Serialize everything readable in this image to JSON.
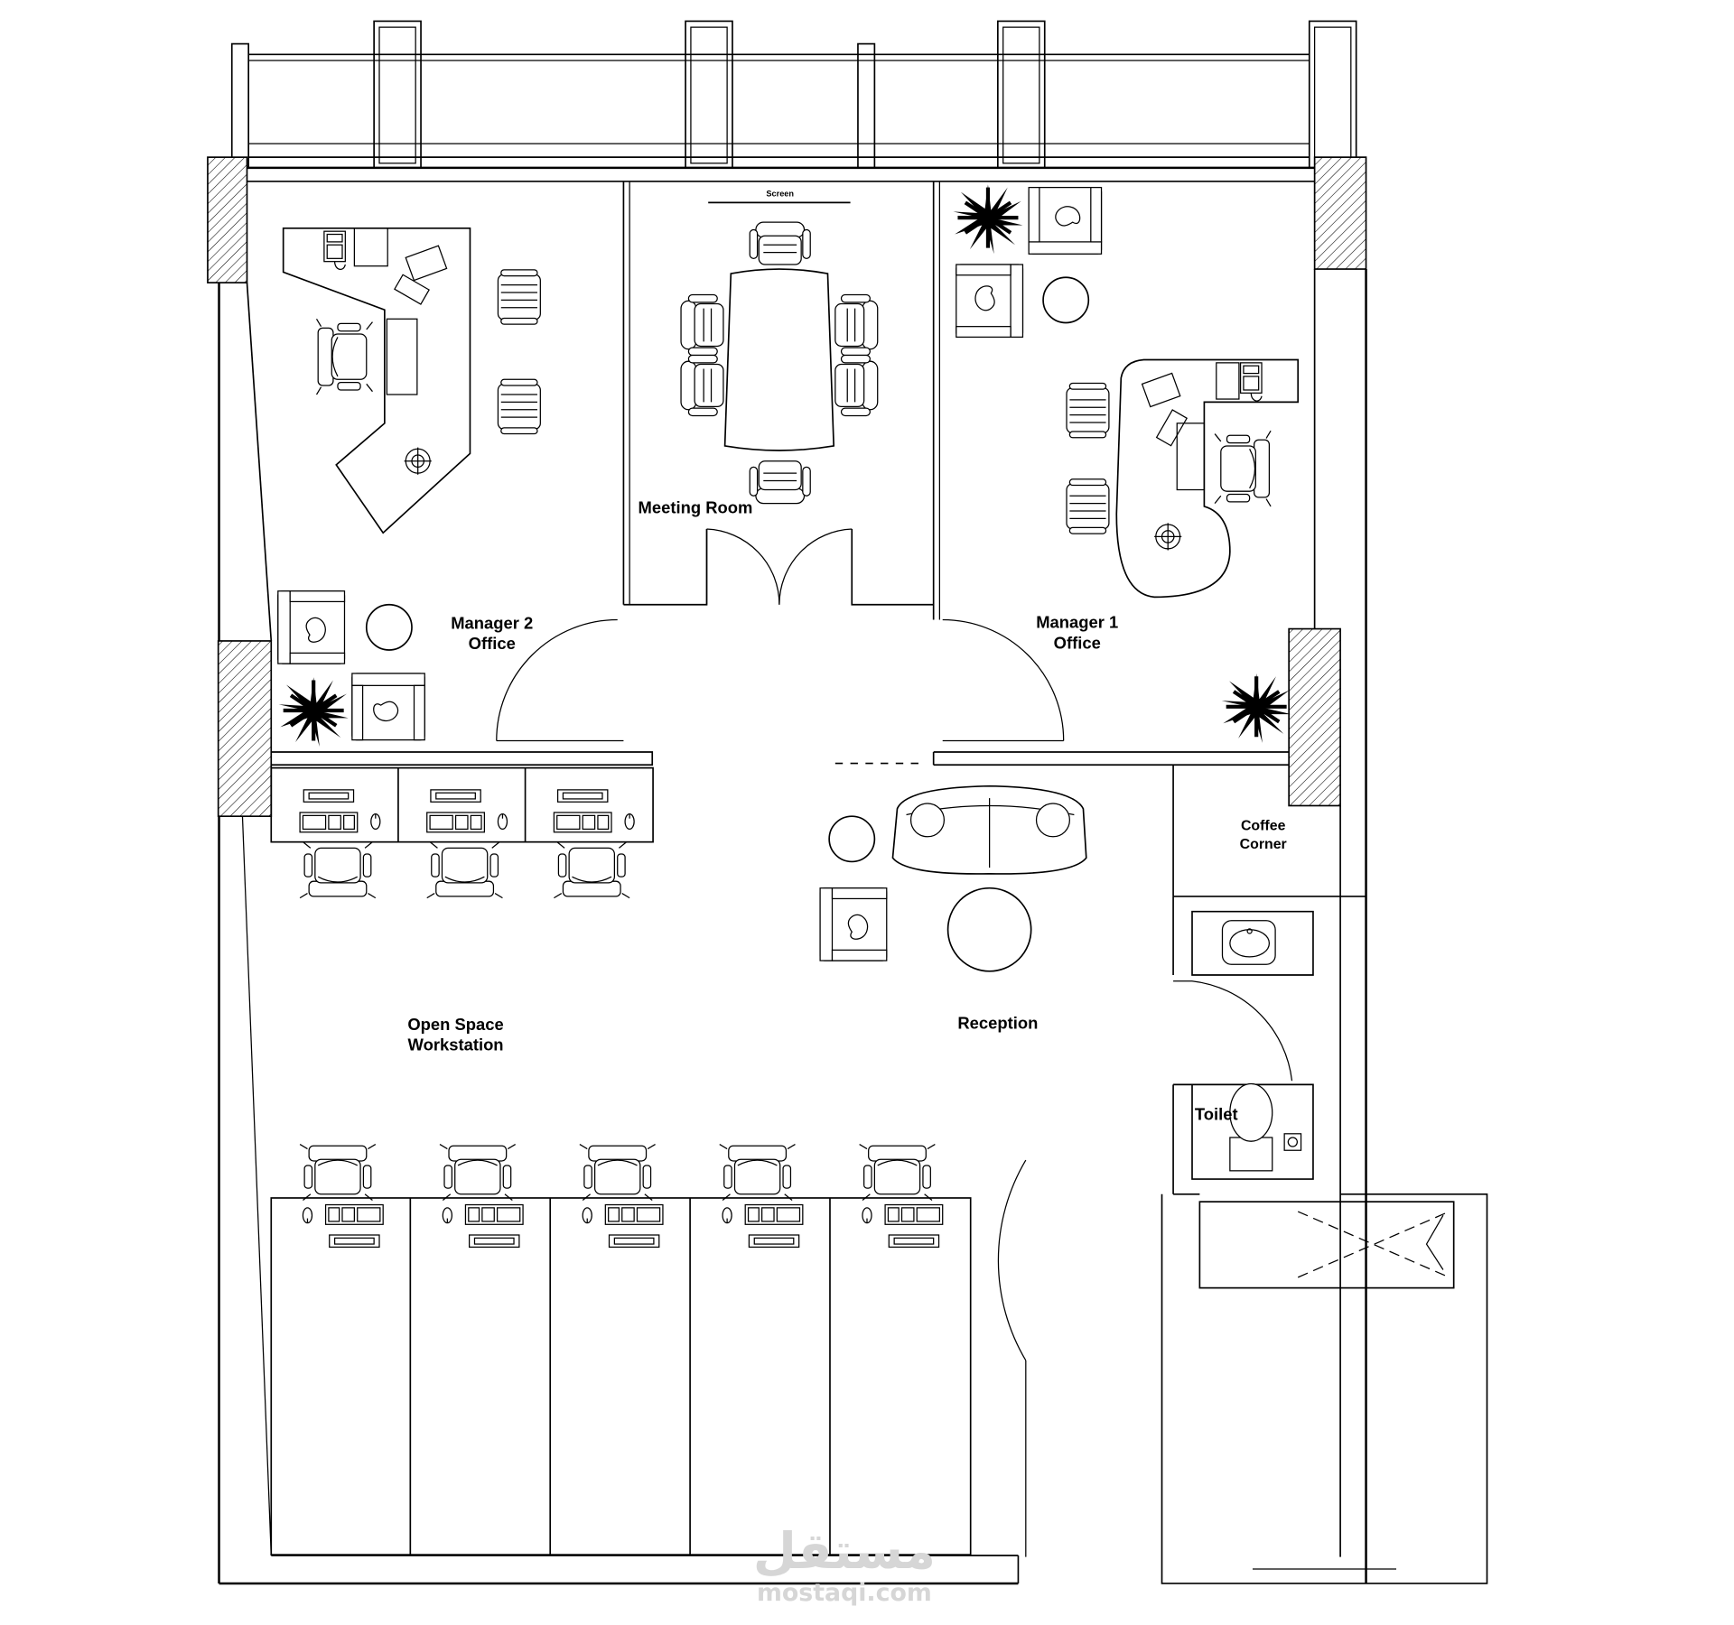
{
  "rooms": {
    "meeting": "Meeting Room",
    "screen": "Screen",
    "manager2_line1": "Manager 2",
    "manager2_line2": "Office",
    "manager1_line1": "Manager 1",
    "manager1_line2": "Office",
    "coffee_line1": "Coffee",
    "coffee_line2": "Corner",
    "open_space_line1": "Open Space",
    "open_space_line2": "Workstation",
    "reception": "Reception",
    "toilet": "Toilet"
  },
  "watermark": {
    "logo": "مستقل",
    "url": "mostaqi.com"
  },
  "icons": [
    "plant-icon",
    "telephone-icon",
    "computer-icon",
    "chair-icon",
    "armchair-icon",
    "sofa-icon",
    "sink-icon",
    "toilet-icon",
    "door-swing-icon"
  ]
}
